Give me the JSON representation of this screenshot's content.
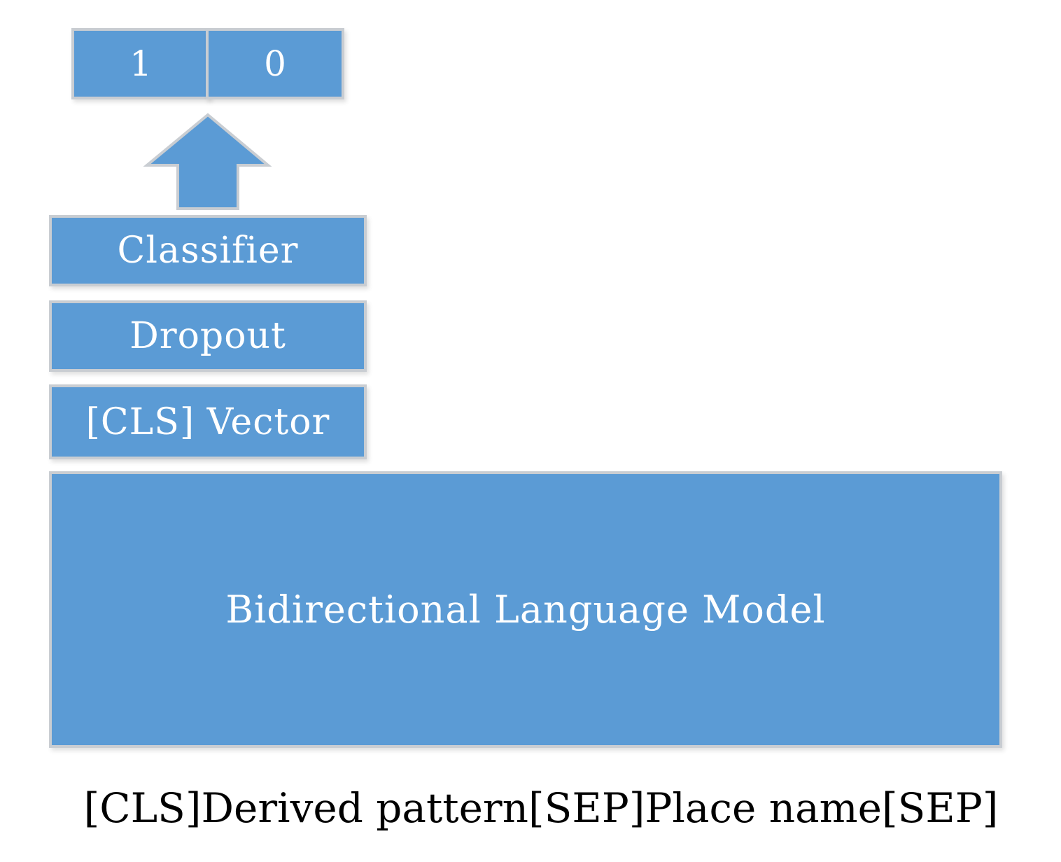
{
  "output": {
    "cells": [
      "1",
      "0"
    ]
  },
  "layers": {
    "classifier": "Classifier",
    "dropout": "Dropout",
    "cls_vector": "[CLS] Vector",
    "model": "Bidirectional Language Model"
  },
  "input_sequence": "[CLS]Derived pattern[SEP]Place name[SEP]",
  "colors": {
    "box_fill": "#5b9bd5",
    "box_border": "#c9cdd2",
    "text_light": "#ffffff",
    "text_dark": "#000000"
  }
}
